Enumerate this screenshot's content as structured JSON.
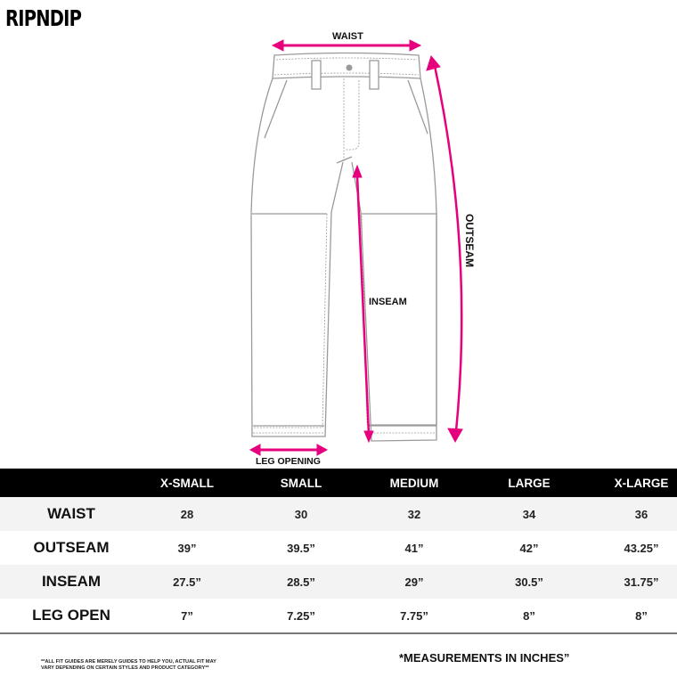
{
  "brand": {
    "logo_text": "RIPNDIP"
  },
  "diagram": {
    "labels": {
      "waist": "WAIST",
      "outseam": "OUTSEAM",
      "inseam": "INSEAM",
      "leg_opening": "LEG OPENING"
    },
    "arrow_color": "#e6007e",
    "outline_color": "#9a9a9a"
  },
  "size_table": {
    "columns": [
      "",
      "X-SMALL",
      "SMALL",
      "MEDIUM",
      "LARGE",
      "X-LARGE"
    ],
    "rows": [
      {
        "label": "WAIST",
        "values": [
          "28",
          "30",
          "32",
          "34",
          "36"
        ]
      },
      {
        "label": "OUTSEAM",
        "values": [
          "39”",
          "39.5”",
          "41”",
          "42”",
          "43.25”"
        ]
      },
      {
        "label": "INSEAM",
        "values": [
          "27.5”",
          "28.5”",
          "29”",
          "30.5”",
          "31.75”"
        ]
      },
      {
        "label": "LEG OPEN",
        "values": [
          "7”",
          "7.25”",
          "7.75”",
          "8”",
          "8”"
        ]
      }
    ],
    "header_bg": "#000000",
    "stripe_bg": "#f3f3f3"
  },
  "footer": {
    "disclaimer_line1": "**ALL FIT GUIDES ARE MERELY GUIDES TO HELP YOU, ACTUAL FIT MAY",
    "disclaimer_line2": "VARY DEPENDING ON CERTAIN STYLES AND PRODUCT CATEGORY**",
    "units_note": "*MEASUREMENTS IN INCHES”"
  }
}
